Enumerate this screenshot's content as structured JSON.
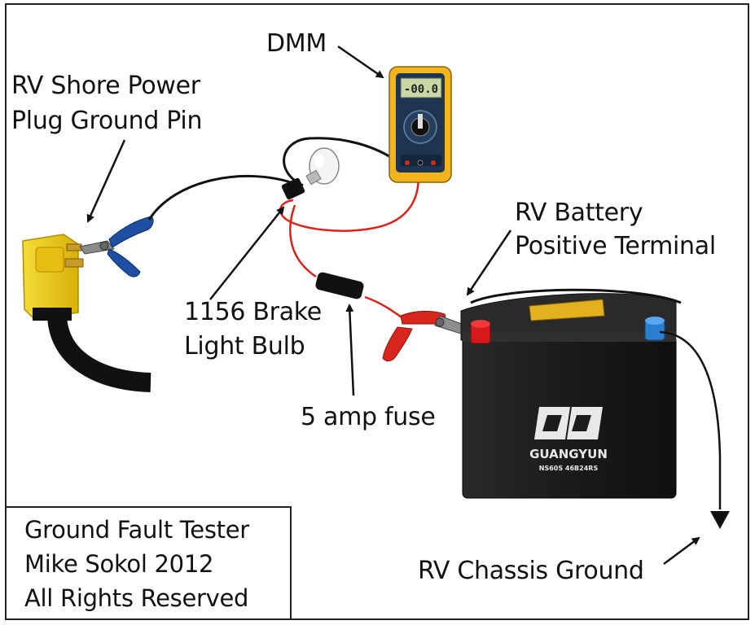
{
  "labels": {
    "dmm": "DMM",
    "shore_line1": "RV Shore Power",
    "shore_line2": "Plug Ground Pin",
    "battery_line1": "RV Battery",
    "battery_line2": "Positive Terminal",
    "bulb_line1": "1156 Brake",
    "bulb_line2": "Light Bulb",
    "fuse": "5 amp fuse",
    "chassis": "RV Chassis Ground"
  },
  "credit": {
    "line1": "Ground Fault Tester",
    "line2": "Mike Sokol 2012",
    "line3": "All Rights Reserved"
  },
  "battery": {
    "brand": "GUANGYUN",
    "model": "NS60S 46B24RS"
  },
  "dmm_display": "-00.0",
  "colors": {
    "wire_red": "#d9241c",
    "wire_black": "#111111",
    "plug_yellow": "#f2cf14",
    "dmm_yellow": "#f1b41d",
    "dmm_face": "#1d3550",
    "battery_body": "#1c1c1c",
    "terminal_red": "#d6191b",
    "terminal_blue": "#2a7fd0",
    "clip_red": "#d8261d",
    "clip_blue": "#1e4fa3"
  }
}
